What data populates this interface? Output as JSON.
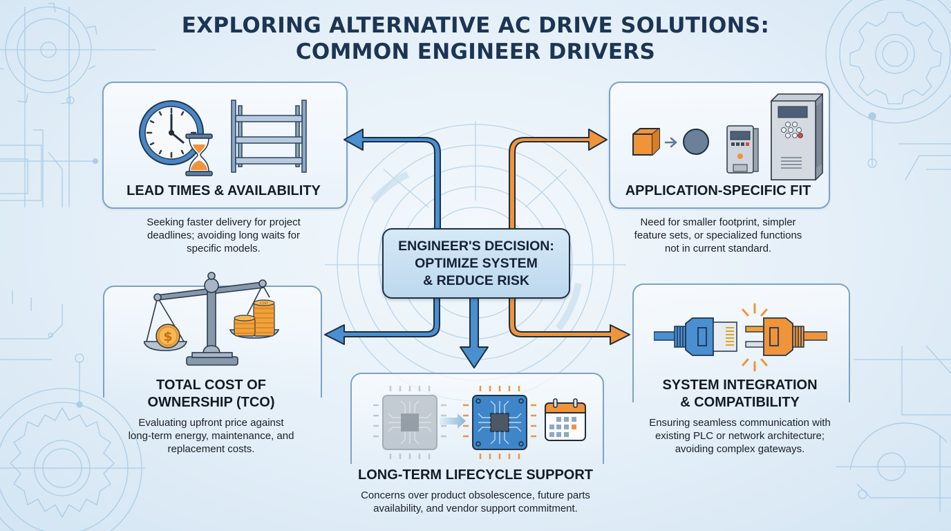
{
  "title": {
    "line1": "EXPLORING ALTERNATIVE AC DRIVE SOLUTIONS:",
    "line2": "COMMON ENGINEER DRIVERS"
  },
  "center": {
    "line1": "ENGINEER'S DECISION:",
    "line2": "OPTIMIZE SYSTEM",
    "line3": "& REDUCE RISK"
  },
  "drivers": {
    "lead_times": {
      "title": "LEAD TIMES & AVAILABILITY",
      "desc1": "Seeking faster delivery for project",
      "desc2": "deadlines; avoiding long waits for",
      "desc3": "specific models.",
      "icons": [
        "clock-icon",
        "hourglass-icon",
        "shelving-icon"
      ]
    },
    "application_fit": {
      "title": "APPLICATION-SPECIFIC FIT",
      "desc1": "Need for smaller footprint, simpler",
      "desc2": "feature sets, or specialized functions",
      "desc3": "not in current standard.",
      "icons": [
        "cube-icon",
        "arrow-right-icon",
        "circle-icon",
        "small-drive-icon",
        "large-drive-icon"
      ]
    },
    "tco": {
      "title1": "TOTAL COST OF",
      "title2": "OWNERSHIP (TCO)",
      "desc1": "Evaluating upfront price against",
      "desc2": "long-term energy, maintenance, and",
      "desc3": "replacement costs.",
      "icons": [
        "balance-scale-icon",
        "dollar-coin-icon",
        "coin-stacks-icon"
      ],
      "coin_label": "COST"
    },
    "integration": {
      "title1": "SYSTEM INTEGRATION",
      "title2": "& COMPATIBILITY",
      "desc1": "Ensuring seamless communication with",
      "desc2": "existing PLC or network architecture;",
      "desc3": "avoiding complex gateways.",
      "icons": [
        "ethernet-plug-icon",
        "power-plug-icon",
        "spark-icon"
      ]
    },
    "lifecycle": {
      "title": "LONG-TERM LIFECYCLE SUPPORT",
      "desc1": "Concerns over product obsolescence, future parts",
      "desc2": "availability, and vendor support commitment.",
      "icons": [
        "old-chip-icon",
        "arrow-right-icon",
        "new-chip-icon",
        "calendar-icon"
      ]
    }
  },
  "colors": {
    "blue_arrow": "#4a8fcf",
    "orange_arrow": "#f0943a",
    "card_border": "#7ea2c3",
    "title": "#1c3554",
    "center_fill": "#c8e0f2"
  }
}
